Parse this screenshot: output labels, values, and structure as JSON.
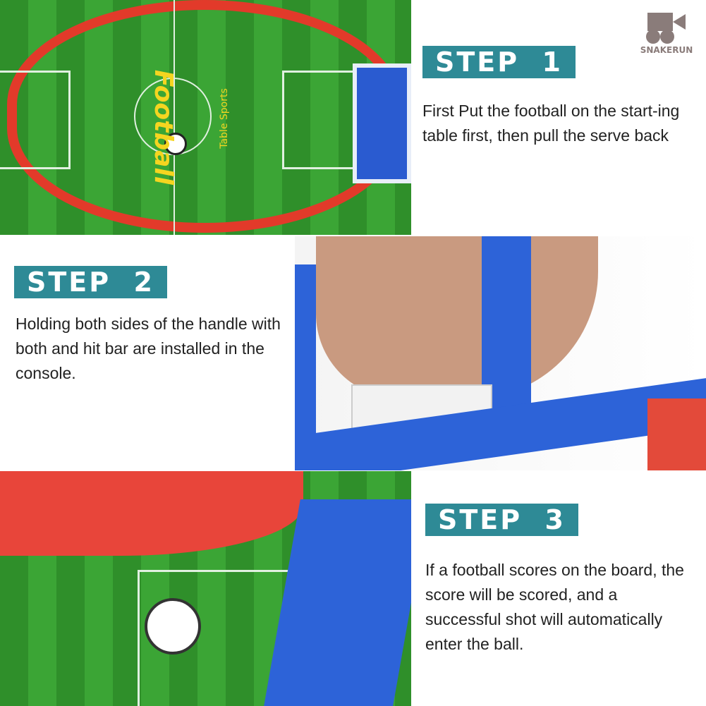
{
  "logo": {
    "text": "SNAKERUN",
    "color": "#8a7c7a"
  },
  "accent": "#2e8a96",
  "steps": [
    {
      "label": "STEP  1",
      "text": "First Put the football on the start-ing table first, then pull the serve back"
    },
    {
      "label": "STEP  2",
      "text": "Holding both sides of the handle with both and hit bar are installed in the console."
    },
    {
      "label": "STEP  3",
      "text": "If a football scores on the board, the score will be scored, and a successful shot will automatically enter the ball."
    }
  ],
  "board_text": {
    "brand": "Football",
    "sub": "Table Sports"
  }
}
